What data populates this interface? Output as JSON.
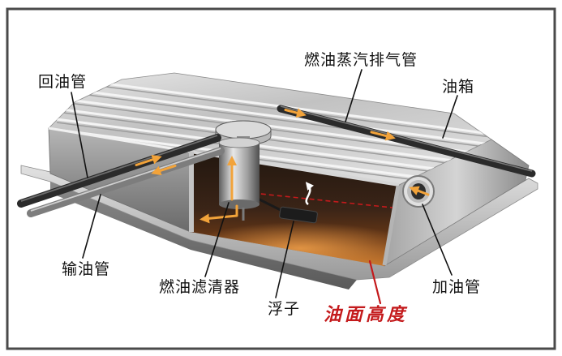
{
  "labels": {
    "return_pipe": "回油管",
    "vapor_vent_pipe": "燃油蒸汽排气管",
    "fuel_tank": "油箱",
    "supply_pipe": "输油管",
    "fuel_filter": "燃油滤清器",
    "float": "浮子",
    "fuel_level": "油面高度",
    "filler_pipe": "加油管"
  },
  "colors": {
    "label_text": "#111111",
    "leader_line": "#111111",
    "fuel_level_accent": "#c41a1c",
    "fuel_flow_arrow": "#f2a33a",
    "frame_border": "#4a4a4a"
  }
}
